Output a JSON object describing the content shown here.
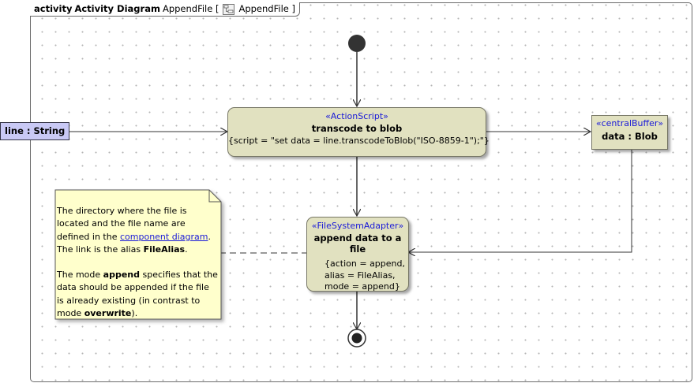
{
  "frame": {
    "kind": "activity",
    "diagram_type": "Activity Diagram",
    "name": "AppendFile [",
    "icon": "activity-diagram-icon",
    "ref": "AppendFile ]"
  },
  "input_pin": {
    "label": "line : String"
  },
  "action_transcode": {
    "stereotype": "«ActionScript»",
    "name": "transcode to blob",
    "tag": "{script = \"set data = line.transcodeToBlob(\"ISO-8859-1\");\"}"
  },
  "buffer": {
    "stereotype": "«centralBuffer»",
    "name": "data : Blob"
  },
  "action_append": {
    "stereotype": "«FileSystemAdapter»",
    "name": "append data to a file",
    "tag_lines": [
      "{action = append,",
      "alias = FileAlias,",
      "mode = append}"
    ]
  },
  "note": {
    "p1_a": "The directory where the file is located and the file name are defined in the ",
    "p1_link": "component diagram",
    "p1_b": ". The link is the alias ",
    "p1_bold": "FileAlias",
    "p1_c": ".",
    "p2_a": "The mode ",
    "p2_bold": "append",
    "p2_b": " specifies that the data should be appended if the file is already existing (in contrast to mode ",
    "p2_bold2": "overwrite",
    "p2_c": ")."
  },
  "colors": {
    "action_fill": "#e1e1c0",
    "note_fill": "#ffffcc",
    "pin_fill": "#c9c9f5",
    "stereotype": "#1a1ad8"
  }
}
